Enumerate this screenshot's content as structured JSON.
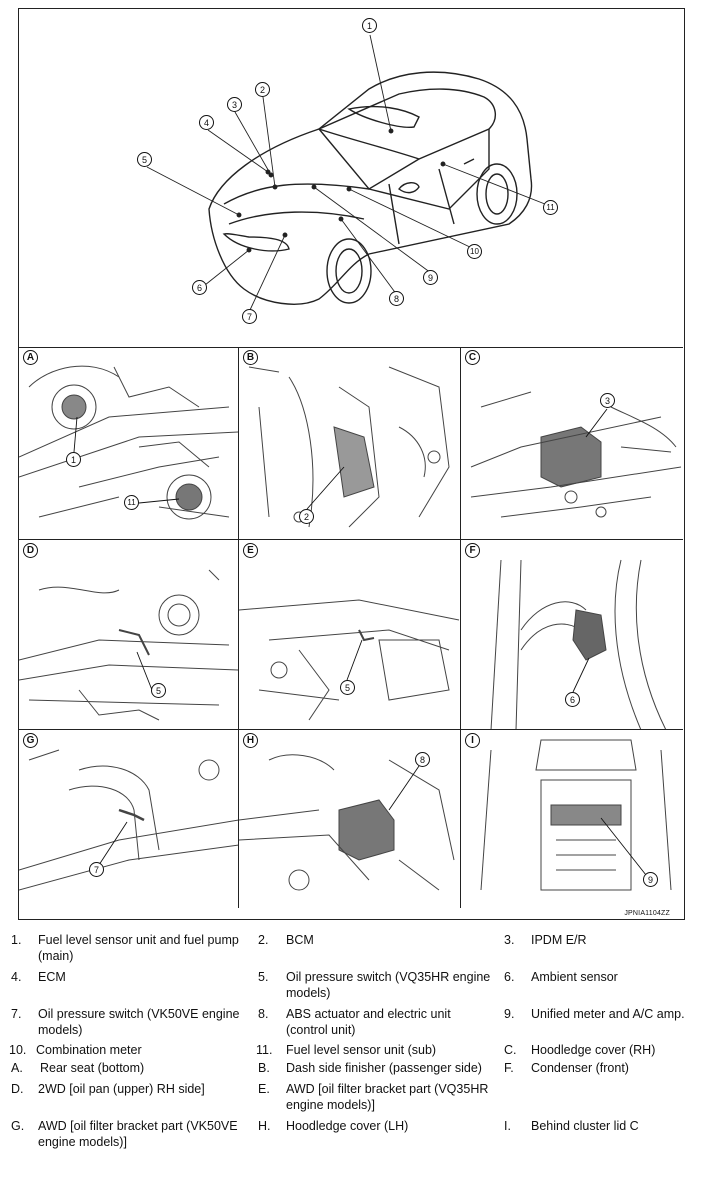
{
  "figure": {
    "id": "JPNIA1104ZZ",
    "callouts": [
      "1",
      "2",
      "3",
      "4",
      "5",
      "6",
      "7",
      "8",
      "9",
      "10",
      "11"
    ],
    "panels": [
      "A",
      "B",
      "C",
      "D",
      "E",
      "F",
      "G",
      "H",
      "I"
    ]
  },
  "legend": [
    {
      "key": "1.",
      "text": "Fuel level sensor unit and fuel pump (main)"
    },
    {
      "key": "2.",
      "text": "BCM"
    },
    {
      "key": "3.",
      "text": "IPDM E/R"
    },
    {
      "key": "4.",
      "text": "ECM"
    },
    {
      "key": "5.",
      "text": "Oil pressure switch (VQ35HR engine models)"
    },
    {
      "key": "6.",
      "text": "Ambient sensor"
    },
    {
      "key": "7.",
      "text": "Oil pressure switch (VK50VE engine models)"
    },
    {
      "key": "8.",
      "text": "ABS actuator and electric unit (control unit)"
    },
    {
      "key": "9.",
      "text": "Unified meter and A/C amp."
    },
    {
      "key": "10.",
      "text": "Combination meter"
    },
    {
      "key": "11.",
      "text": "Fuel level sensor unit (sub)"
    },
    {
      "key": "C.",
      "text": "Hoodledge cover (RH)"
    },
    {
      "key": "A.",
      "text": "Rear seat (bottom)"
    },
    {
      "key": "B.",
      "text": "Dash side finisher (passenger side)"
    },
    {
      "key": "F.",
      "text": "Condenser (front)"
    },
    {
      "key": "D.",
      "text": "2WD [oil pan (upper) RH side]"
    },
    {
      "key": "E.",
      "text": "AWD [oil filter bracket part (VQ35HR engine models)]"
    },
    {
      "key": "G.",
      "text": "AWD [oil filter bracket part (VK50VE engine models)]"
    },
    {
      "key": "H.",
      "text": "Hoodledge cover (LH)"
    },
    {
      "key": "I.",
      "text": "Behind cluster lid C"
    }
  ]
}
